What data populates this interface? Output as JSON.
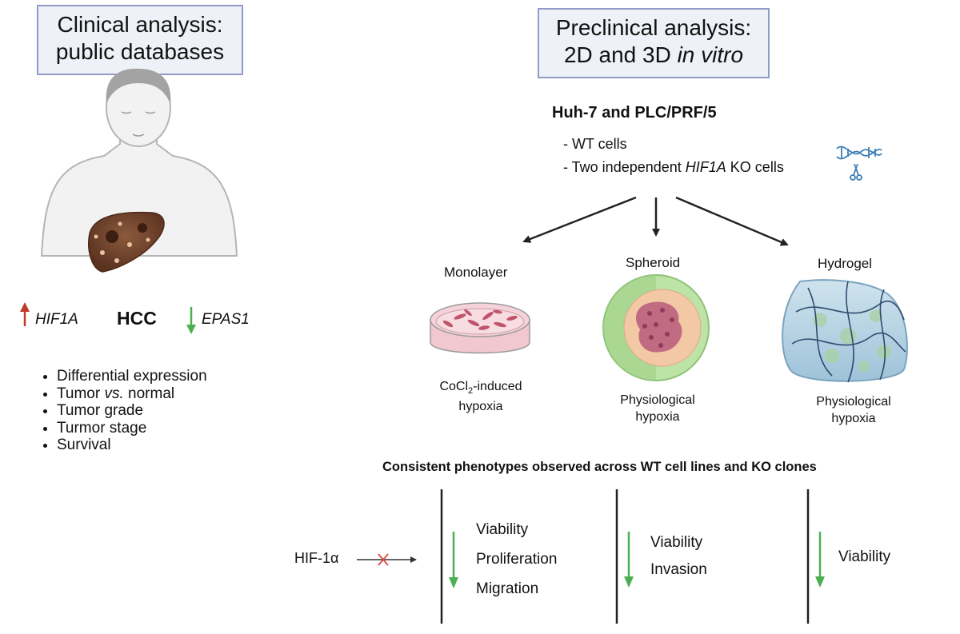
{
  "clinical": {
    "title_line1": "Clinical analysis:",
    "title_line2": "public databases",
    "gene_up": "HIF1A",
    "disease": "HCC",
    "gene_down": "EPAS1",
    "analyses": [
      {
        "pre": "Differential expression",
        "em": "",
        "post": ""
      },
      {
        "pre": "Tumor ",
        "em": "vs.",
        "post": " normal"
      },
      {
        "pre": "Tumor grade",
        "em": "",
        "post": ""
      },
      {
        "pre": "Turmor stage",
        "em": "",
        "post": ""
      },
      {
        "pre": "Survival",
        "em": "",
        "post": ""
      }
    ]
  },
  "preclinical": {
    "title_line1": "Preclinical analysis:",
    "title_line2_pre": "2D and 3D ",
    "title_line2_em": "in vitro",
    "cell_lines": "Huh-7 and PLC/PRF/5",
    "wt": "- WT cells",
    "ko_pre": "- Two independent ",
    "ko_em": "HIF1A",
    "ko_post": " KO cells"
  },
  "models": [
    {
      "name": "Monolayer",
      "cond_line1_pre": "CoCl",
      "cond_line1_sub": "2",
      "cond_line1_post": "-induced",
      "cond_line2": "hypoxia"
    },
    {
      "name": "Spheroid",
      "cond_line1": "Physiological",
      "cond_line2": "hypoxia"
    },
    {
      "name": "Hydrogel",
      "cond_line1": "Physiological",
      "cond_line2": "hypoxia"
    }
  ],
  "phenotypes": {
    "heading": "Consistent phenotypes observed across WT cell lines and KO clones",
    "factor": "HIF-1α",
    "monolayer_effects": [
      "Viability",
      "Proliferation",
      "Migration"
    ],
    "spheroid_effects": [
      "Viability",
      "Invasion"
    ],
    "hydrogel_effects": [
      "Viability"
    ]
  },
  "colors": {
    "up_arrow": "#c0392b",
    "down_arrow": "#4caf50",
    "title_box_fill": "#eef1f7",
    "title_box_border": "#8e9cc7",
    "inhibit_x": "#d9534f"
  }
}
